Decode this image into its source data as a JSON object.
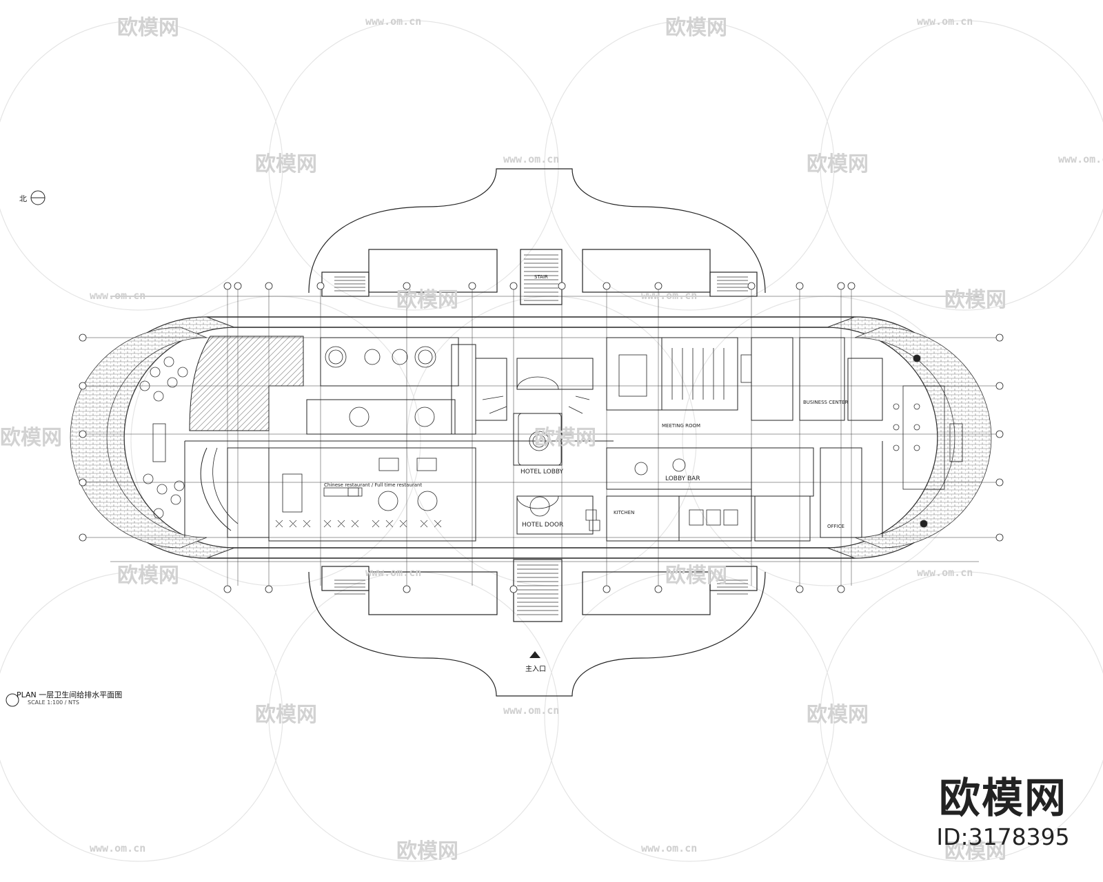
{
  "drawing": {
    "plan_title": "PLAN 一层卫生间给排水平面图",
    "scale_note": "SCALE 1:100 / NTS",
    "entrance_label": "主入口",
    "north_label": "北"
  },
  "brand": {
    "name": "欧模网",
    "id_text": "ID:3178395"
  },
  "watermark": {
    "text": "欧模网",
    "url": "www.om.cn"
  },
  "room_labels": {
    "hotel_lobby": "HOTEL LOBBY",
    "hotel_door": "HOTEL DOOR",
    "lobby_bar": "LOBBY BAR",
    "chinese_restaurant": "Chinese restaurant / Full time restaurant",
    "meeting_room": "MEETING ROOM",
    "business_center": "BUSINESS CENTER",
    "kitchen": "KITCHEN",
    "office": "OFFICE",
    "staircase": "STAIR"
  },
  "colors": {
    "line": "#222222",
    "hatch": "#555555",
    "watermark": "#d4d4d4"
  }
}
